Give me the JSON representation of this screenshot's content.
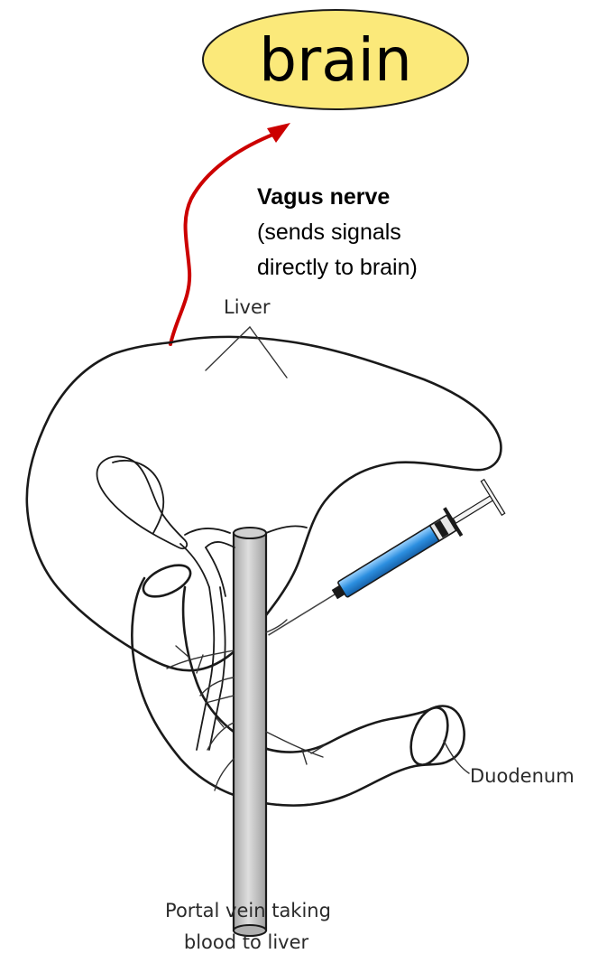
{
  "brain": {
    "label": "brain",
    "fill_color": "#fbe97a",
    "outline_color": "#1a1a1a"
  },
  "vagus_nerve": {
    "title": "Vagus nerve",
    "description_line1": "(sends signals",
    "description_line2": "directly to brain)",
    "path_color": "#cc0000"
  },
  "labels": {
    "liver": "Liver",
    "duodenum": "Duodenum",
    "portal_vein_line1": "Portal vein taking",
    "portal_vein_line2": "blood to liver"
  },
  "syringe": {
    "barrel_color": "#2c8fe0",
    "icon": "syringe-icon"
  },
  "colors": {
    "portal_vein_fill": "#c9c9c9",
    "line_color": "#1a1a1a"
  }
}
